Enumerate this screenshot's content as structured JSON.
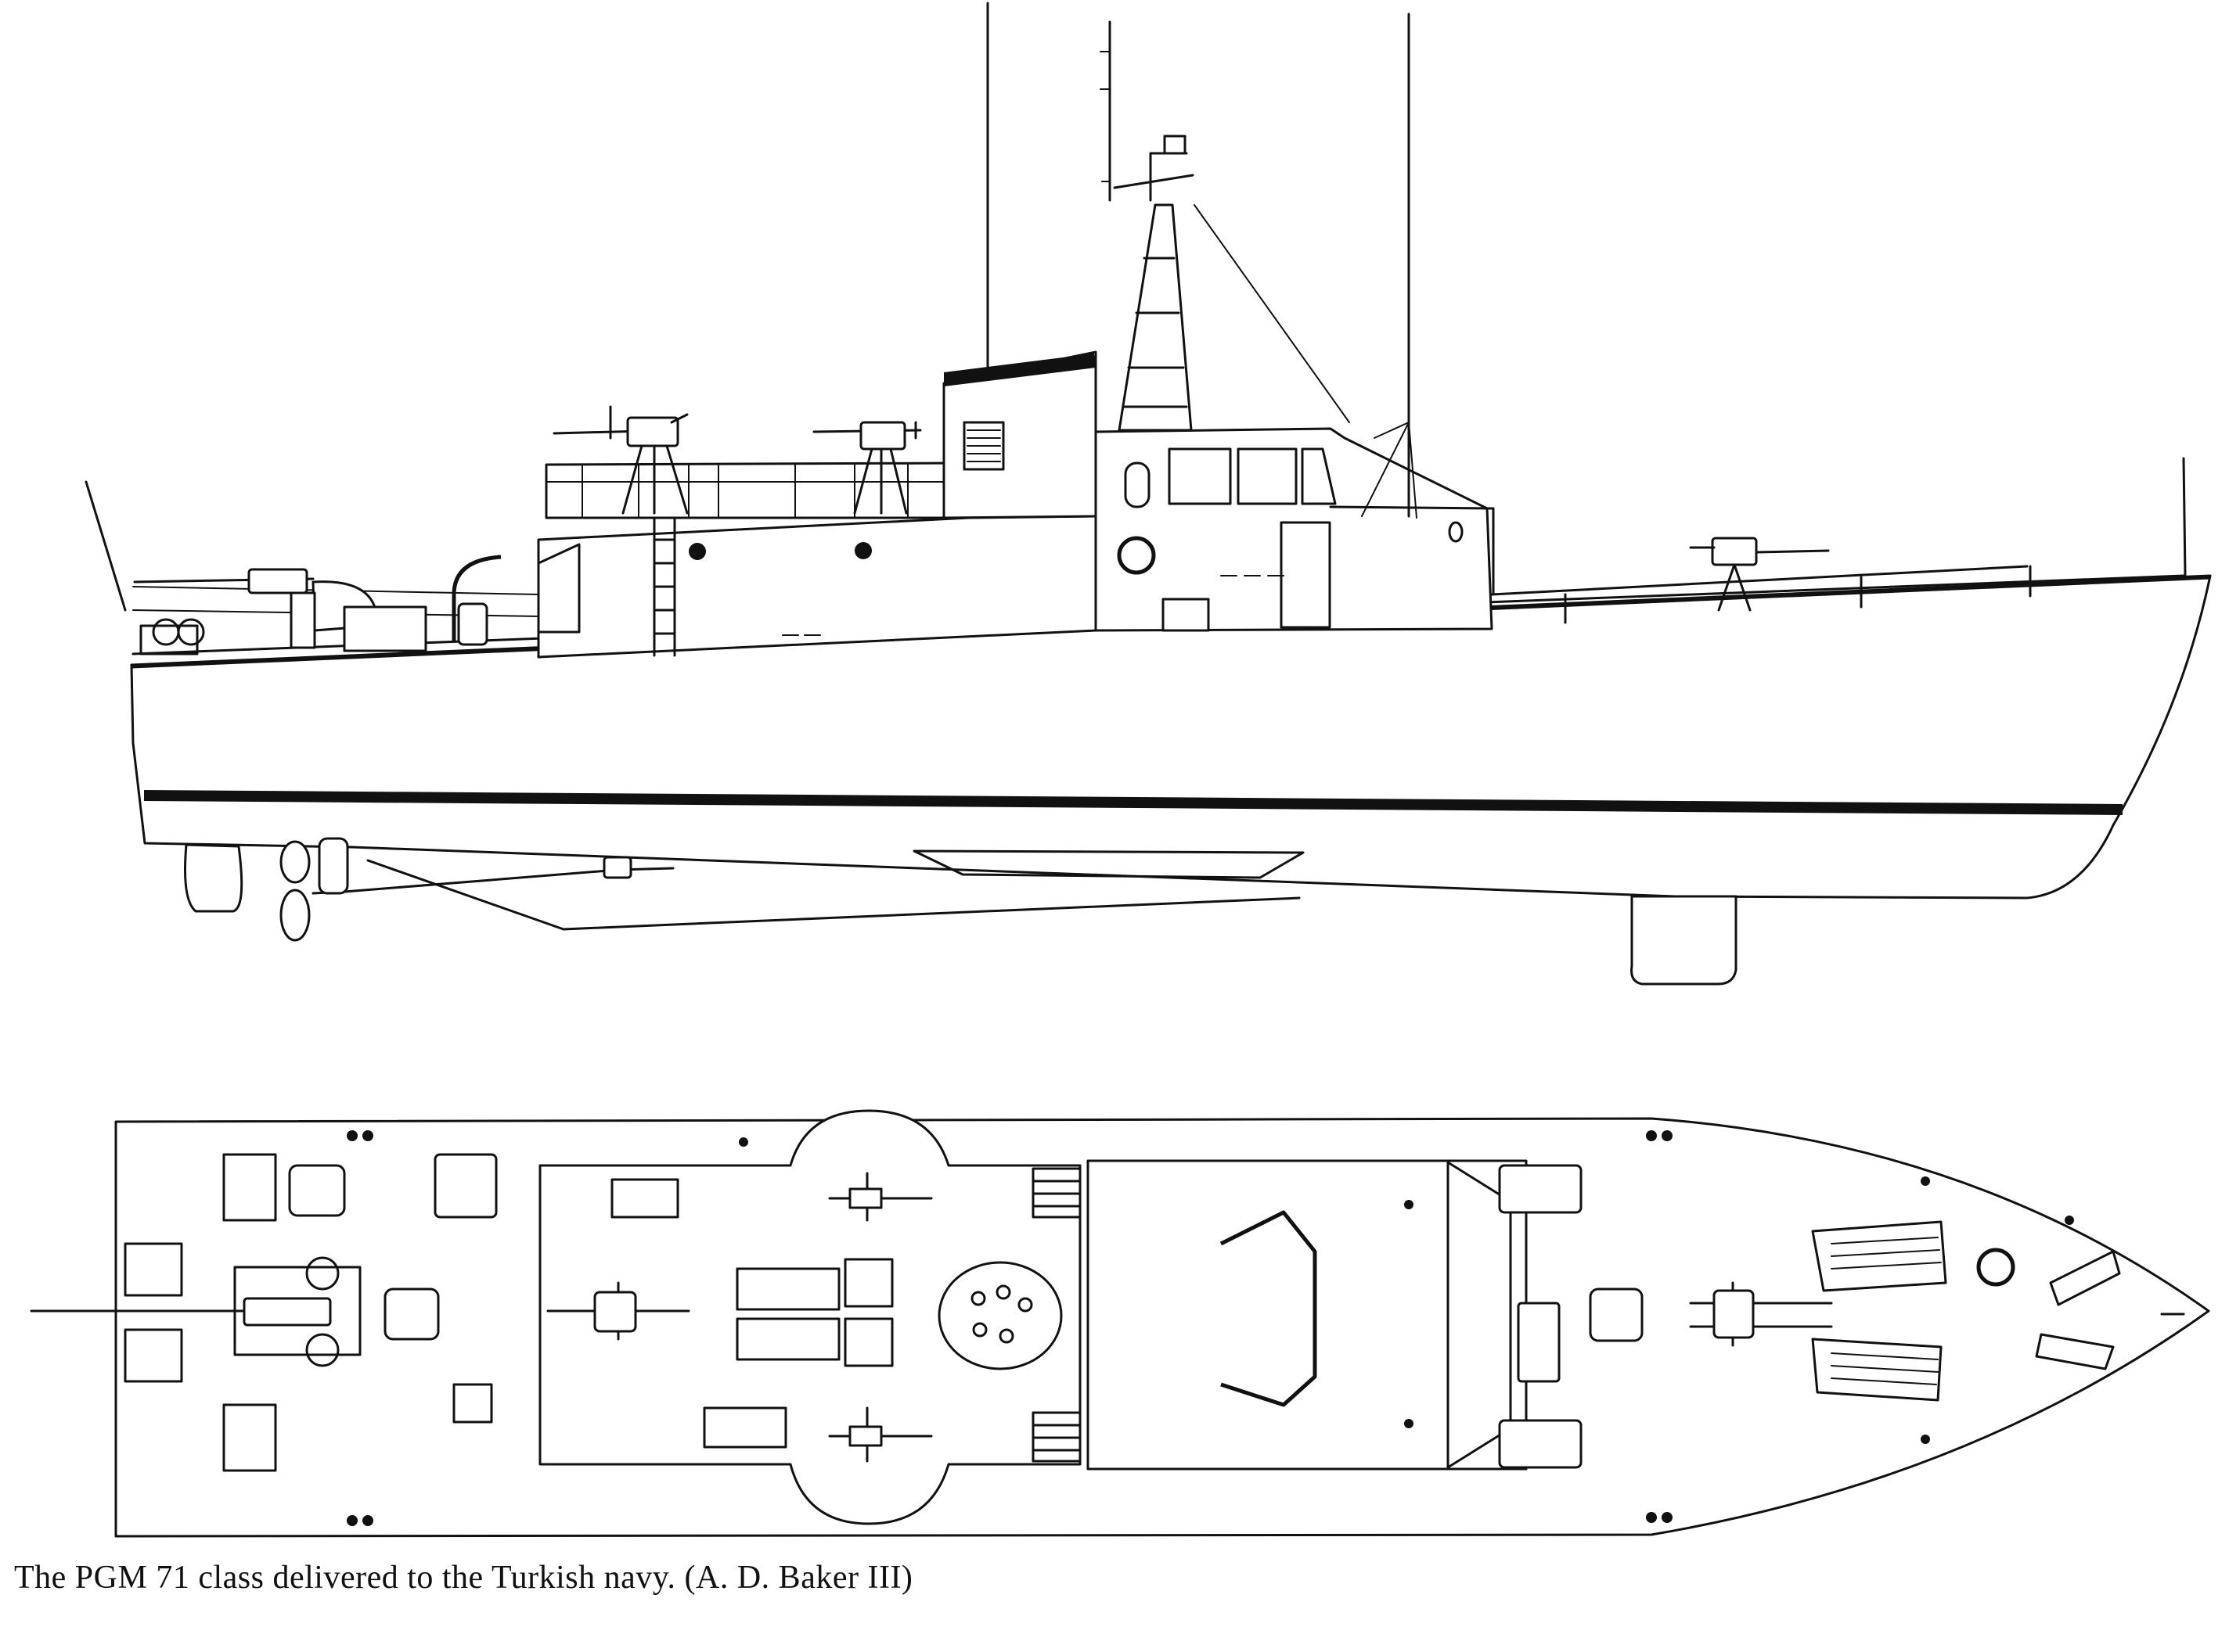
{
  "caption": "The PGM 71 class delivered to the Turkish navy. (A. D. Baker III)",
  "views": {
    "profile": "side-elevation",
    "plan": "deck-plan"
  },
  "colors": {
    "ink": "#111111",
    "paper": "#ffffff"
  }
}
